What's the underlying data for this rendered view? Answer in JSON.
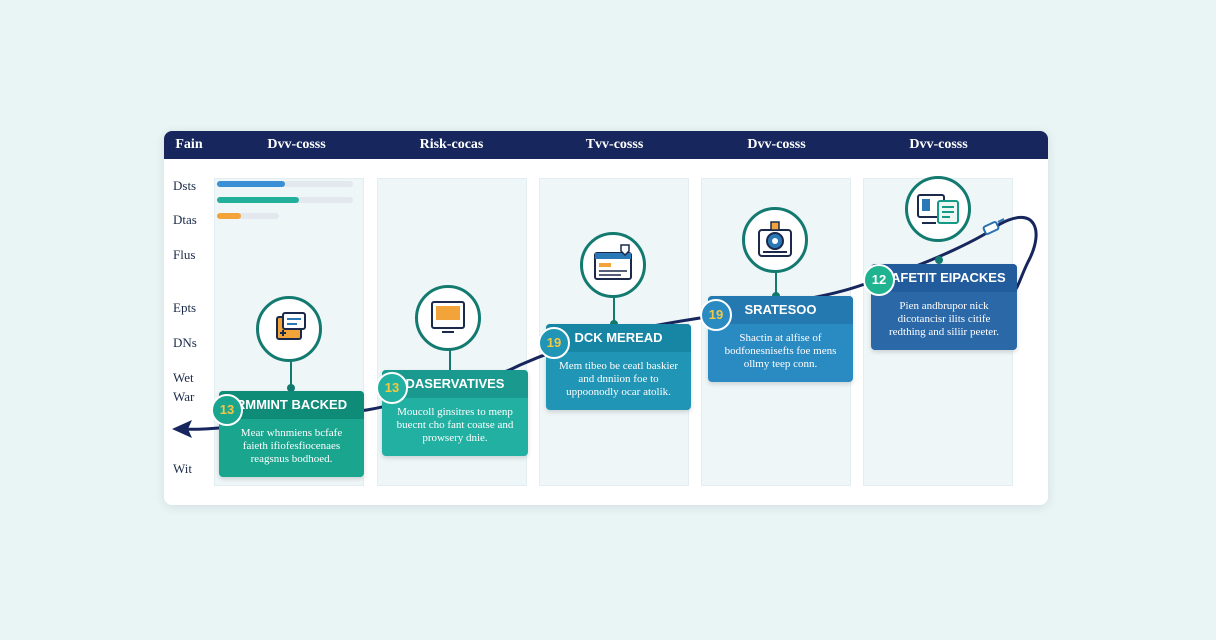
{
  "header": {
    "corner": "Fain",
    "columns": [
      "Dvv-cosss",
      "Risk-cocas",
      "Tvv-cosss",
      "Dvv-cosss",
      "Dvv-cosss"
    ]
  },
  "row_labels": [
    "Dsts",
    "Dtas",
    "Flus",
    "Epts",
    "DNs",
    "Wet",
    "War",
    "Wit"
  ],
  "cards": [
    {
      "badge": "13",
      "title": "RMMINT BACKED",
      "body": "Mear whnmiens bcfafe faieth ifiofesfiocenaes reagsnus bodhoed."
    },
    {
      "badge": "13",
      "title": "DASERVATIVES",
      "body": "Moucoll ginsitres to menp buecnt cho fant coatse and prowsery dnie."
    },
    {
      "badge": "19",
      "title": "DCK MEREAD",
      "body": "Mem tibeo be ceatl baskier and dnniion foe to uppoonodly ocar atolik."
    },
    {
      "badge": "19",
      "title": "SRATESOO",
      "body": "Shactin at alfise of bodfonesnisefts foe mens ollmy teep conn."
    },
    {
      "badge": "12",
      "title": "SAFETIT EIPACKES",
      "body": "Pien andbrupor nick dicotancisr ilits citife redthing and siliir peeter."
    }
  ],
  "colors": {
    "header": "#17275e",
    "teal": "#149a86",
    "teal_dark": "#137a70",
    "blue": "#2a78b5",
    "blue_dark": "#235c9c",
    "path": "#17275e",
    "bar_blue": "#3b8fd4",
    "bar_teal": "#22b09a",
    "bar_orange": "#f2a33a",
    "badge_yellow": "#f5c842"
  },
  "icons": [
    "inbox-tray-icon",
    "monitor-icon",
    "browser-window-icon",
    "robot-head-icon",
    "devices-icon"
  ],
  "progress": [
    0.5,
    0.6,
    0.18
  ]
}
